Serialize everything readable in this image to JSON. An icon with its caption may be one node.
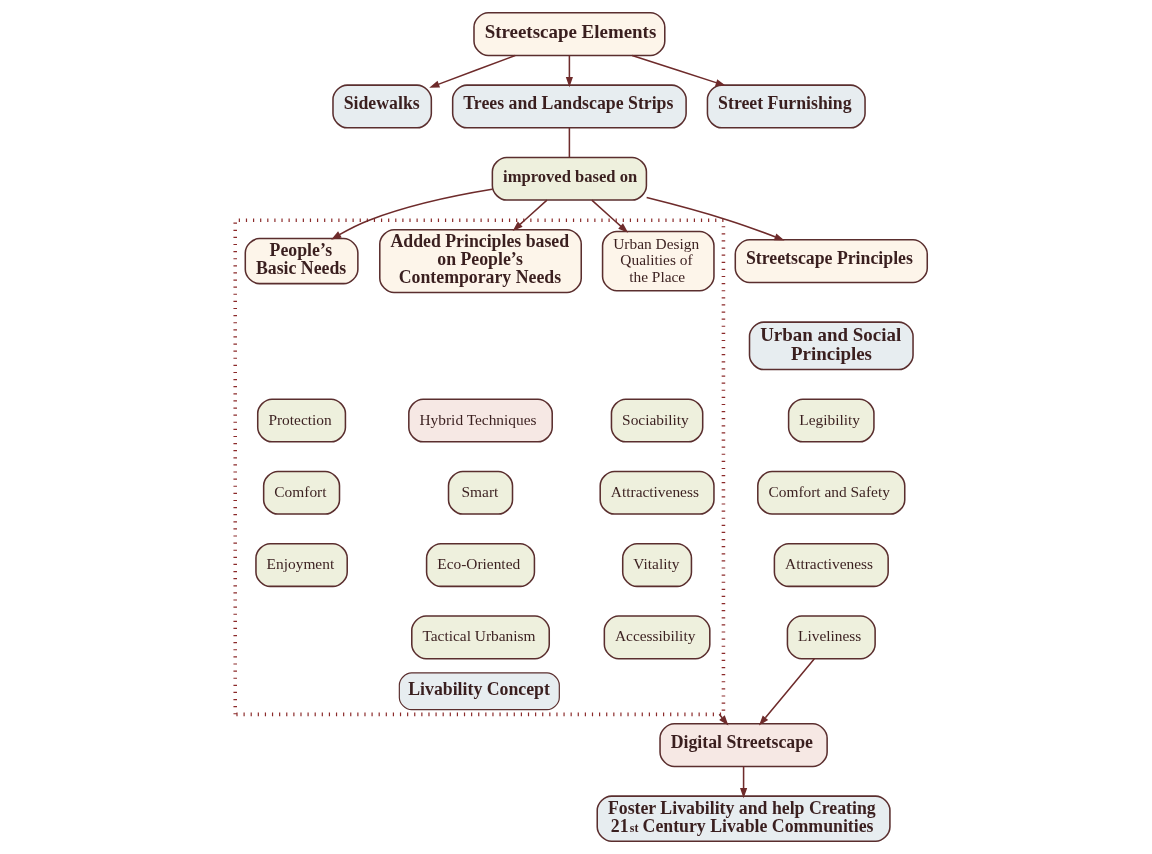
{
  "diagram": {
    "nodes": [
      {
        "text": [
          "Streetscape Elements"
        ]
      },
      {
        "text": [
          "Sidewalks"
        ]
      },
      {
        "text": [
          "Trees and Landscape Strips"
        ]
      },
      {
        "text": [
          "Street Furnishing"
        ]
      },
      {
        "text": [
          "improved based on"
        ]
      },
      {
        "text": [
          "Streetscape Principles"
        ]
      },
      {
        "text": [
          "Urban and Social Principles"
        ]
      },
      {
        "text": [
          "Legibility"
        ]
      },
      {
        "text": [
          "Comfort and Safety"
        ]
      },
      {
        "text": [
          "Attractiveness"
        ]
      },
      {
        "text": [
          "Liveliness"
        ]
      },
      {
        "text": [
          "Livability Concept"
        ]
      },
      {
        "text": [
          "People’s Basic Needs"
        ],
        "in": 11
      },
      {
        "text": [
          "Protection"
        ],
        "in": 11
      },
      {
        "text": [
          "Comfort"
        ],
        "in": 11
      },
      {
        "text": [
          "Enjoyment"
        ],
        "in": 11
      },
      {
        "text": [
          "Added Principles based on People’s Contemporary Needs"
        ],
        "in": 11
      },
      {
        "text": [
          "Hybrid Techniques"
        ],
        "in": 11
      },
      {
        "text": [
          "Smart"
        ],
        "in": 11
      },
      {
        "text": [
          "Eco-Oriented"
        ],
        "in": 11
      },
      {
        "text": [
          "Tactical Urbanism"
        ],
        "in": 11
      },
      {
        "text": [
          "Urban Design Qualities of the Place"
        ],
        "in": 11
      },
      {
        "text": [
          "Sociability"
        ],
        "in": 11
      },
      {
        "text": [
          "Attractiveness"
        ],
        "in": 11
      },
      {
        "text": [
          "Vitality"
        ],
        "in": 11
      },
      {
        "text": [
          "Accessibility"
        ],
        "in": 11
      },
      {
        "text": [
          "Digital Streetscape"
        ]
      },
      {
        "text": [
          "Foster Livability and help Creating 21$^{st}$ Century Livable Communities"
        ]
      }
    ],
    "edges": [
      {
        "from": 0,
        "to": 1,
        "arrow": "to"
      },
      {
        "from": 0,
        "to": 2,
        "arrow": "to"
      },
      {
        "from": 0,
        "to": 3,
        "arrow": "to"
      },
      {
        "from": 2,
        "to": 4,
        "arrow": "none"
      },
      {
        "from": 4,
        "to": 5,
        "arrow": "to"
      },
      {
        "from": 4,
        "to": 12,
        "arrow": "to"
      },
      {
        "from": 4,
        "to": 16,
        "arrow": "to"
      },
      {
        "from": 4,
        "to": 21,
        "arrow": "to"
      },
      {
        "from": 10,
        "to": 26,
        "arrow": "to"
      },
      {
        "from": 11,
        "to": 26,
        "arrow": "to"
      },
      {
        "from": 26,
        "to": 27,
        "arrow": "to"
      }
    ]
  }
}
